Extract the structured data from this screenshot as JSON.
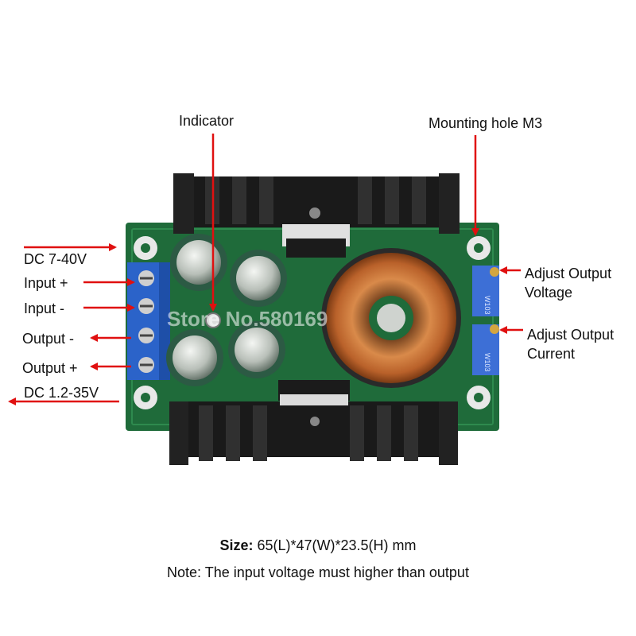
{
  "labels": {
    "indicator": "Indicator",
    "mounting_hole": "Mounting hole M3",
    "dc_in": "DC 7-40V",
    "input_plus": "Input +",
    "input_minus": "Input -",
    "output_minus": "Output -",
    "output_plus": "Output +",
    "dc_out": "DC 1.2-35V",
    "adjust_voltage_1": "Adjust Output",
    "adjust_voltage_2": "Voltage",
    "adjust_current_1": "Adjust Output",
    "adjust_current_2": "Current"
  },
  "board_marks": {
    "pot_top": "W103",
    "pot_bottom": "W103",
    "watermark": "Store No.580169"
  },
  "specs": {
    "size_label": "Size:",
    "size_value": "65(L)*47(W)*23.5(H) mm",
    "note": "Note: The input voltage must higher than output"
  },
  "colors": {
    "arrow": "#e01010",
    "pcb": "#1f6b3a",
    "heatsink": "#1a1a1a",
    "terminal": "#2b63c9",
    "copper": "#c7703a",
    "pot": "#3d6fd6"
  }
}
